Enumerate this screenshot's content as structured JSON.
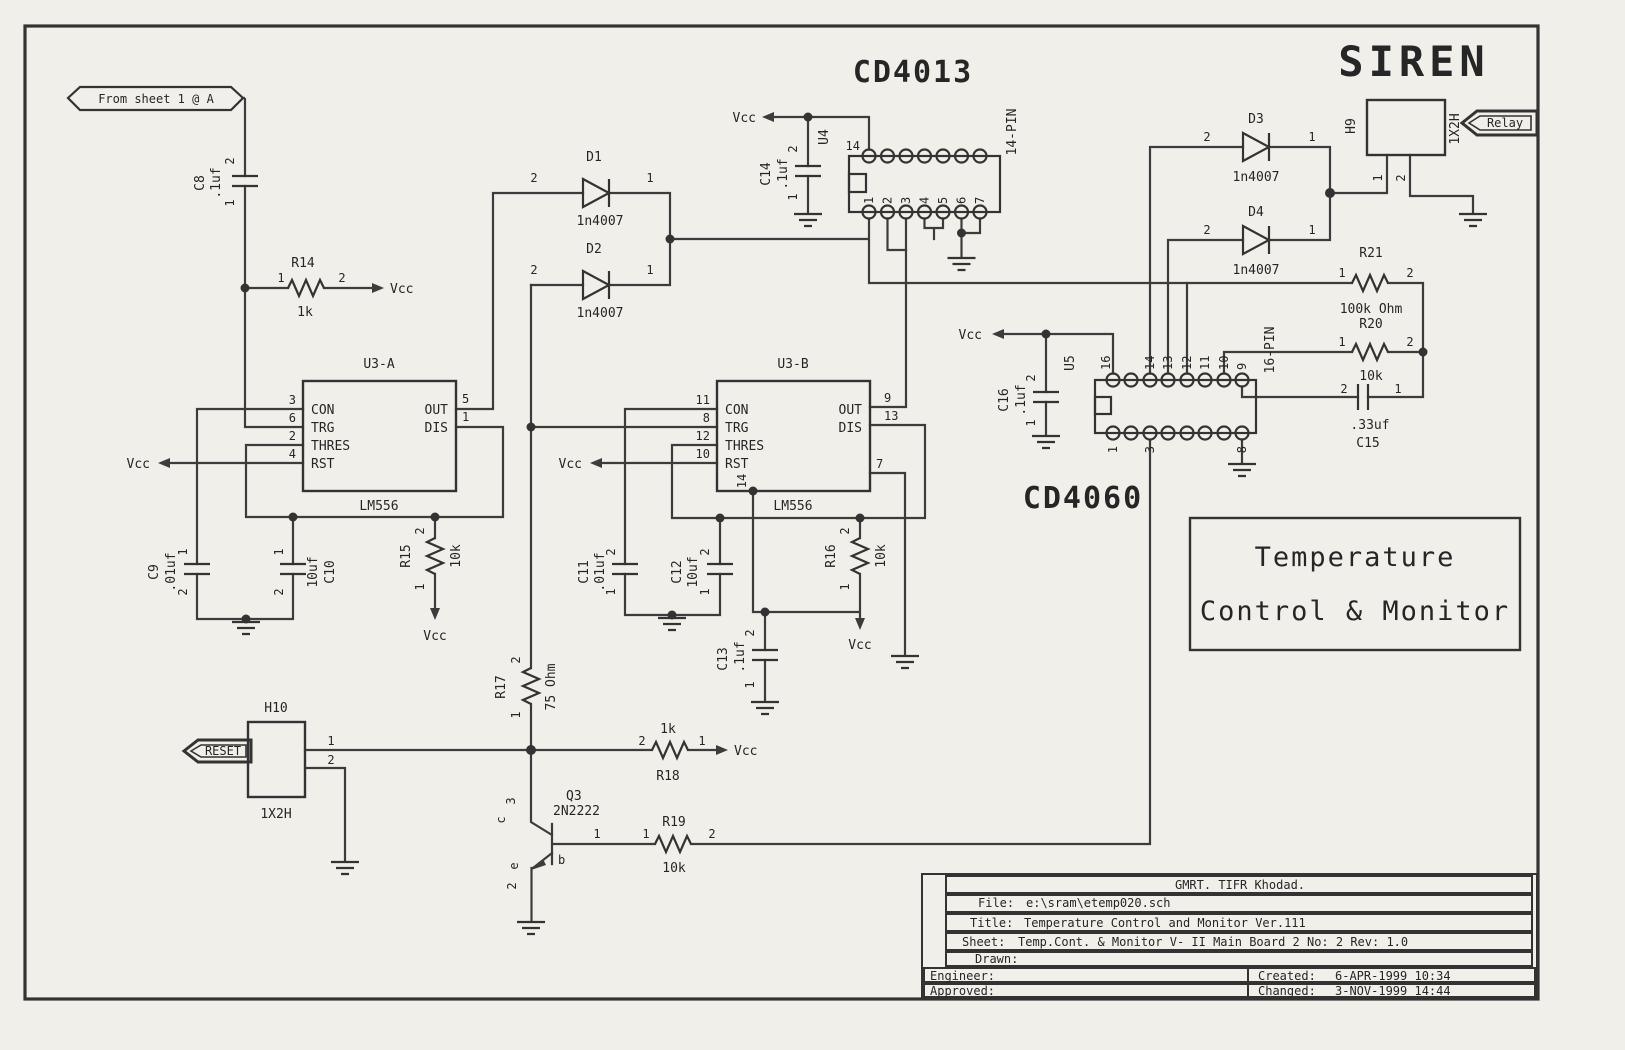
{
  "titles": {
    "siren": "SIREN",
    "cd4013": "CD4013",
    "cd4060": "CD4060"
  },
  "flags": {
    "from_sheet": "From sheet 1 @ A",
    "reset": "RESET",
    "relay": "Relay"
  },
  "note_box": {
    "line1": "Temperature",
    "line2": "Control & Monitor"
  },
  "power": {
    "vcc": "Vcc"
  },
  "pins": {
    "p1": "1",
    "p2": "2",
    "p3": "3",
    "p4": "4",
    "p5": "5",
    "p6": "6",
    "p7": "7",
    "p8": "8",
    "p9": "9",
    "p10": "10",
    "p11": "11",
    "p12": "12",
    "p13": "13",
    "p14": "14",
    "c": "c",
    "b": "b",
    "e": "e"
  },
  "components": {
    "c8": {
      "ref": "C8",
      "value": ".1uf"
    },
    "c9": {
      "ref": "C9",
      "value": ".01uf"
    },
    "c10": {
      "ref": "C10",
      "value": "10uf"
    },
    "c11": {
      "ref": "C11",
      "value": ".01uf"
    },
    "c12": {
      "ref": "C12",
      "value": "10uf"
    },
    "c13": {
      "ref": "C13",
      "value": ".1uf"
    },
    "c14": {
      "ref": "C14",
      "value": ".1uf"
    },
    "c15": {
      "ref": "C15",
      "value": ".33uf"
    },
    "c16": {
      "ref": "C16",
      "value": ".1uf"
    },
    "r14": {
      "ref": "R14",
      "value": "1k"
    },
    "r15": {
      "ref": "R15",
      "value": "10k"
    },
    "r16": {
      "ref": "R16",
      "value": "10k"
    },
    "r17": {
      "ref": "R17",
      "value": "75 Ohm"
    },
    "r18": {
      "ref": "R18",
      "value": "1k"
    },
    "r19": {
      "ref": "R19",
      "value": "10k"
    },
    "r20": {
      "ref": "R20",
      "value": "10k"
    },
    "r21": {
      "ref": "R21",
      "value": "100k Ohm"
    },
    "d1": {
      "ref": "D1",
      "value": "1n4007"
    },
    "d2": {
      "ref": "D2",
      "value": "1n4007"
    },
    "d3": {
      "ref": "D3",
      "value": "1n4007"
    },
    "d4": {
      "ref": "D4",
      "value": "1n4007"
    },
    "q3": {
      "ref": "Q3",
      "value": "2N2222"
    },
    "h9": {
      "ref": "H9",
      "value": "1X2H"
    },
    "h10": {
      "ref": "H10",
      "value": "1X2H"
    }
  },
  "ics": {
    "u3a": {
      "ref": "U3-A",
      "part": "LM556",
      "left_pins": [
        {
          "num": "3",
          "name": "CON"
        },
        {
          "num": "6",
          "name": "TRG"
        },
        {
          "num": "2",
          "name": "THRES"
        },
        {
          "num": "4",
          "name": "RST"
        }
      ],
      "right_pins": [
        {
          "num": "5",
          "name": "OUT"
        },
        {
          "num": "1",
          "name": "DIS"
        }
      ]
    },
    "u3b": {
      "ref": "U3-B",
      "part": "LM556",
      "left_pins": [
        {
          "num": "11",
          "name": "CON"
        },
        {
          "num": "8",
          "name": "TRG"
        },
        {
          "num": "12",
          "name": "THRES"
        },
        {
          "num": "10",
          "name": "RST"
        }
      ],
      "right_pins": [
        {
          "num": "9",
          "name": "OUT"
        },
        {
          "num": "13",
          "name": "DIS"
        }
      ]
    },
    "u4": {
      "ref": "U4",
      "pkg": "14-PIN",
      "top_pin": "14",
      "bottom_pins": [
        "1",
        "2",
        "3",
        "4",
        "5",
        "6",
        "7"
      ]
    },
    "u5": {
      "ref": "U5",
      "pkg": "16-PIN",
      "top_pins": [
        "16",
        "",
        "14",
        "13",
        "12",
        "11",
        "10",
        "9"
      ],
      "bottom_pins": [
        "1",
        "",
        "3",
        "",
        "",
        "",
        "",
        "8"
      ]
    }
  },
  "titleblock": {
    "org": "GMRT. TIFR Khodad.",
    "file_label": "File:",
    "file": "e:\\sram\\etemp020.sch",
    "title_label": "Title:",
    "title": "Temperature Control and Monitor Ver.111",
    "sheet_label": "Sheet:",
    "sheet": "Temp.Cont. & Monitor V- II Main Board 2  No: 2 Rev: 1.0",
    "drawn_label": "Drawn:",
    "engineer_label": "Engineer:",
    "created_label": "Created:",
    "created": "6-APR-1999 10:34",
    "approved_label": "Approved:",
    "changed_label": "Changed:",
    "changed": "3-NOV-1999 14:44"
  }
}
